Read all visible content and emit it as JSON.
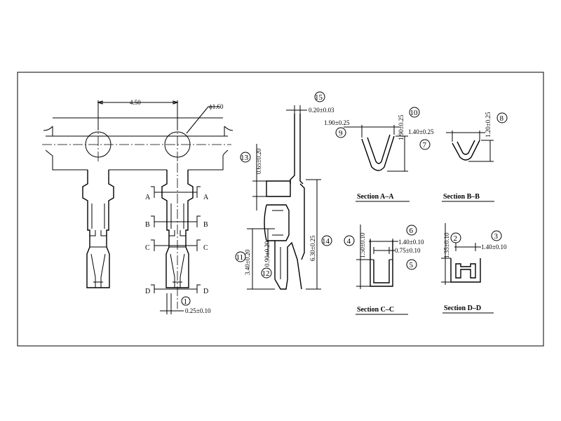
{
  "dims": {
    "pitch": "4.50",
    "hole": "ϕ1.60",
    "wire_gap": "0.25±0.10",
    "thickness": "0.20±0.03",
    "crimp_h": "0.65±0.20",
    "total_len": "6.30±0.25",
    "body_len": "3.40±0.20",
    "lance": "0.90±0.20",
    "aa_w": "1.90±0.25",
    "aa_h": "1.90±0.25",
    "bb_w": "1.40±0.25",
    "bb_h": "1.20±0.25",
    "cc_h": "1.50±0.10",
    "cc_w": "1.40±0.10",
    "cc_w2": "0.75±0.10",
    "dd_h": "1.35±0.10",
    "dd_w": "1.40±0.10"
  },
  "callouts": [
    "1",
    "2",
    "3",
    "4",
    "5",
    "6",
    "7",
    "8",
    "9",
    "10",
    "11",
    "12",
    "13",
    "14",
    "15"
  ],
  "section_letters": {
    "a": "A",
    "b": "B",
    "c": "C",
    "d": "D"
  },
  "section_titles": {
    "aa": "Section A–A",
    "bb": "Section B–B",
    "cc": "Section C–C",
    "dd": "Section D–D"
  }
}
